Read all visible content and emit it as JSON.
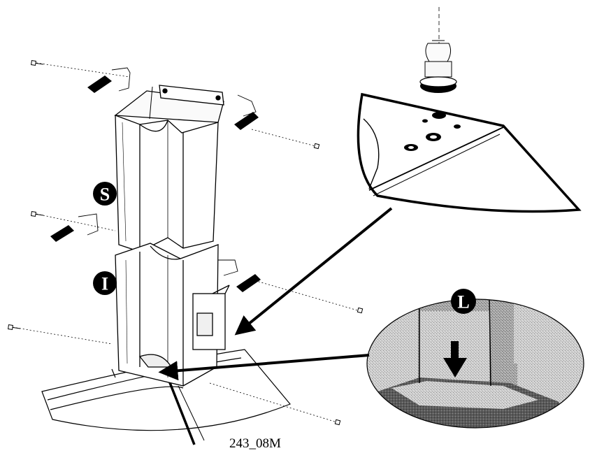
{
  "figure": {
    "code": "243_08M",
    "callouts": {
      "upper_section": "S",
      "lower_section": "I",
      "detail": "L"
    }
  },
  "colors": {
    "ink": "#000000",
    "paper": "#ffffff",
    "detail_shade": "#9a9a9a",
    "panel_shade": "#f4f4f4"
  },
  "icons": [
    "screw-icon",
    "bracket-icon",
    "arrow-down-icon",
    "lamp-icon"
  ]
}
